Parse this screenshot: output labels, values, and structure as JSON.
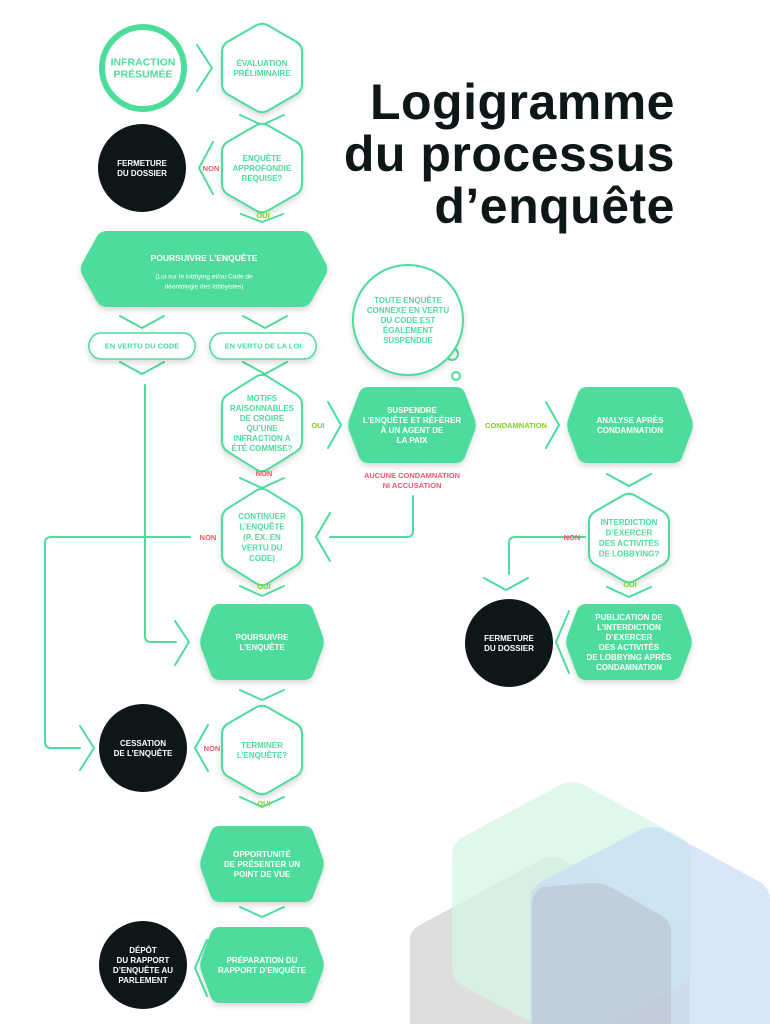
{
  "title": {
    "line1": "Logigramme",
    "line2": "du processus",
    "line3": "d’enquête"
  },
  "colors": {
    "accent_green": "#4ddc9b",
    "outline_green": "#4ddc9b",
    "label_yes": "#7ed321",
    "label_no": "#f2586a",
    "terminal_dark": "#0d1717",
    "text_white": "#ffffff"
  },
  "nodes": {
    "start": {
      "lines": [
        "INFRACTION",
        "PRÉSUMÉE"
      ],
      "shape": "circle-outline"
    },
    "eval": {
      "lines": [
        "ÉVALUATION",
        "PRÉLIMINAIRE"
      ],
      "shape": "hexagon-outline"
    },
    "q_further": {
      "lines": [
        "ENQUÊTE",
        "APPROFONDIE",
        "REQUISE?"
      ],
      "shape": "hexagon-outline"
    },
    "close1": {
      "lines": [
        "FERMETURE",
        "DU DOSSIER"
      ],
      "shape": "circle-dark"
    },
    "pursue_main": {
      "lines": [
        "POURSUIVRE L’ENQUÊTE"
      ],
      "sub": [
        "(Loi sur le lobbying et/ou Code de",
        "déontologie des lobbyistes)"
      ],
      "shape": "hexagon-filled"
    },
    "by_code": {
      "lines": [
        "EN VERTU DU CODE"
      ],
      "shape": "tag"
    },
    "by_law": {
      "lines": [
        "EN VERTU DE LA LOI"
      ],
      "shape": "tag"
    },
    "thought": {
      "lines": [
        "TOUTE ENQUÊTE",
        "CONNEXE EN VERTU",
        "DU CODE EST",
        "ÉGALEMENT",
        "SUSPENDUE"
      ],
      "shape": "thought-bubble"
    },
    "q_grounds": {
      "lines": [
        "MOTIFS",
        "RAISONNABLES",
        "DE CROIRE",
        "QU’UNE",
        "INFRACTION A",
        "ÉTÉ COMMISE?"
      ],
      "shape": "hexagon-outline"
    },
    "suspend": {
      "lines": [
        "SUSPENDRE",
        "L’ENQUÊTE ET RÉFÉRER",
        "À UN AGENT DE",
        "LA PAIX"
      ],
      "shape": "hexagon-filled"
    },
    "post_conv": {
      "lines": [
        "ANALYSE APRÈS",
        "CONDAMNATION"
      ],
      "shape": "hexagon-filled"
    },
    "q_continue": {
      "lines": [
        "CONTINUER",
        "L’ENQUÊTE",
        "(P. EX. EN",
        "VERTU DU",
        "CODE)"
      ],
      "shape": "hexagon-outline"
    },
    "q_ban": {
      "lines": [
        "INTERDICTION",
        "D’EXERCER",
        "DES ACTIVITÉS",
        "DE LOBBYING?"
      ],
      "shape": "hexagon-outline"
    },
    "pursue2": {
      "lines": [
        "POURSUIVRE",
        "L’ENQUÊTE"
      ],
      "shape": "hexagon-filled"
    },
    "close2": {
      "lines": [
        "FERMETURE",
        "DU DOSSIER"
      ],
      "shape": "circle-dark"
    },
    "publish": {
      "lines": [
        "PUBLICATION DE",
        "L’INTERDICTION",
        "D’EXERCER",
        "DES ACTIVITÉS",
        "DE LOBBYING APRÈS",
        "CONDAMNATION"
      ],
      "shape": "hexagon-filled"
    },
    "cessation": {
      "lines": [
        "CESSATION",
        "DE L’ENQUÊTE"
      ],
      "shape": "circle-dark"
    },
    "q_finish": {
      "lines": [
        "TERMINER",
        "L’ENQUÊTE?"
      ],
      "shape": "hexagon-outline"
    },
    "opportunity": {
      "lines": [
        "OPPORTUNITÉ",
        "DE PRÉSENTER UN",
        "POINT DE VUE"
      ],
      "shape": "hexagon-filled"
    },
    "report_prep": {
      "lines": [
        "PRÉPARATION DU",
        "RAPPORT D’ENQUÊTE"
      ],
      "shape": "hexagon-filled"
    },
    "report_tabled": {
      "lines": [
        "DÉPÔT",
        "DU RAPPORT",
        "D’ENQUÊTE AU",
        "PARLEMENT"
      ],
      "shape": "circle-dark"
    }
  },
  "labels": {
    "no_further": "NON",
    "yes_further": "OUI",
    "yes_grounds": "OUI",
    "no_grounds": "NON",
    "conviction": "CONDAMNATION",
    "no_conviction": [
      "AUCUNE CONDAMNATION",
      "NI ACCUSATION"
    ],
    "no_continue": "NON",
    "yes_continue": "OUI",
    "no_ban": "NON",
    "yes_ban": "OUI",
    "no_finish": "NON",
    "yes_finish": "OUI"
  },
  "edges": [
    {
      "from": "start",
      "to": "eval"
    },
    {
      "from": "eval",
      "to": "q_further"
    },
    {
      "from": "q_further",
      "to": "close1",
      "label": "NON"
    },
    {
      "from": "q_further",
      "to": "pursue_main",
      "label": "OUI"
    },
    {
      "from": "pursue_main",
      "to": "by_code"
    },
    {
      "from": "pursue_main",
      "to": "by_law"
    },
    {
      "from": "by_code",
      "to": "pursue2"
    },
    {
      "from": "by_law",
      "to": "q_grounds"
    },
    {
      "from": "q_grounds",
      "to": "suspend",
      "label": "OUI"
    },
    {
      "from": "q_grounds",
      "to": "q_continue",
      "label": "NON"
    },
    {
      "from": "suspend",
      "to": "post_conv",
      "label": "CONDAMNATION"
    },
    {
      "from": "suspend",
      "to": "q_continue",
      "label": "AUCUNE CONDAMNATION NI ACCUSATION"
    },
    {
      "from": "post_conv",
      "to": "q_ban"
    },
    {
      "from": "q_ban",
      "to": "close2",
      "label": "NON"
    },
    {
      "from": "q_ban",
      "to": "publish",
      "label": "OUI"
    },
    {
      "from": "publish",
      "to": "close2"
    },
    {
      "from": "q_continue",
      "to": "cessation",
      "label": "NON"
    },
    {
      "from": "q_continue",
      "to": "pursue2",
      "label": "OUI"
    },
    {
      "from": "pursue2",
      "to": "q_finish"
    },
    {
      "from": "q_finish",
      "to": "cessation",
      "label": "NON"
    },
    {
      "from": "q_finish",
      "to": "opportunity",
      "label": "OUI"
    },
    {
      "from": "opportunity",
      "to": "report_prep"
    },
    {
      "from": "report_prep",
      "to": "report_tabled"
    }
  ]
}
